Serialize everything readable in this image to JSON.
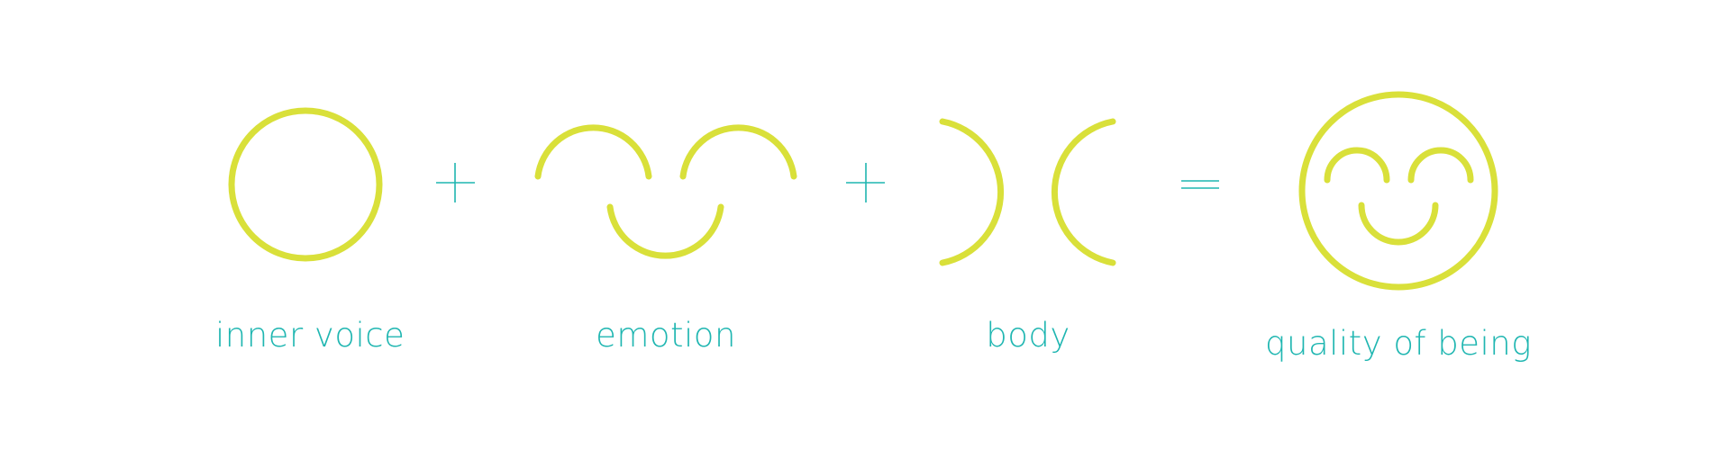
{
  "colors": {
    "shape": "#d9e03a",
    "text": "#1fb6b1",
    "background": "#ffffff"
  },
  "terms": [
    {
      "label": "inner voice"
    },
    {
      "label": "emotion"
    },
    {
      "label": "body"
    },
    {
      "label": "quality of being"
    }
  ],
  "operators": [
    "plus",
    "plus",
    "equals"
  ]
}
